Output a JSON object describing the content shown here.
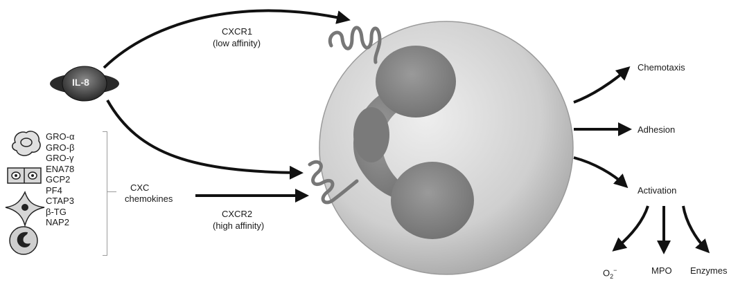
{
  "ligand": {
    "label": "IL-8"
  },
  "receptors": {
    "cxcr1": {
      "name": "CXCR1",
      "affinity": "(low affinity)"
    },
    "cxcr2": {
      "name": "CXCR2",
      "affinity": "(high affinity)"
    }
  },
  "chemokine_group": {
    "members": [
      "GRO-α",
      "GRO-β",
      "GRO-γ",
      "ENA78",
      "GCP2",
      "PF4",
      "CTAP3",
      "β-TG",
      "NAP2"
    ],
    "group_label_line1": "CXC",
    "group_label_line2": "chemokines"
  },
  "outcomes": {
    "chemotaxis": "Chemotaxis",
    "adhesion": "Adhesion",
    "activation": "Activation",
    "products": {
      "superoxide": "O",
      "superoxide_sub": "2",
      "superoxide_sup": "−",
      "mpo": "MPO",
      "enzymes": "Enzymes"
    }
  }
}
